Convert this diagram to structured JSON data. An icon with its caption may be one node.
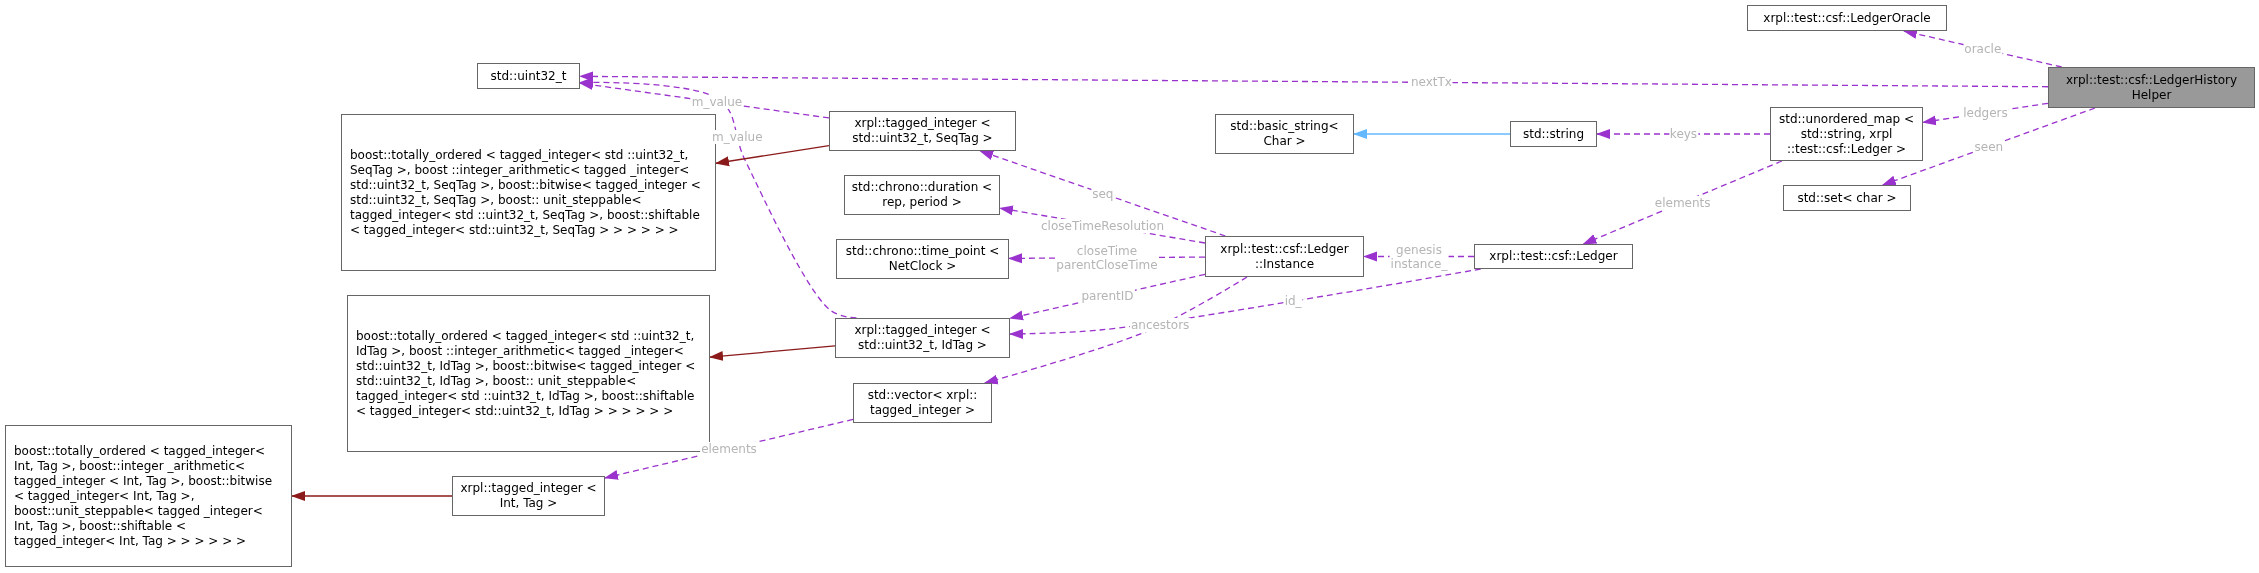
{
  "diagram": {
    "nodes": [
      {
        "text": [
          "xrpl::test::csf::LedgerOracle"
        ]
      },
      {
        "text": [
          "std::uint32_t"
        ]
      },
      {
        "text": [
          "xrpl::test::csf::LedgerHistory Helper"
        ]
      },
      {
        "text": [
          "boost::totally_ordered < tagged_integer< std ::uint32_t, SeqTag >, boost ::integer_arithmetic< tagged _integer< std::uint32_t, SeqTag >, boost::bitwise< tagged_integer < std::uint32_t, SeqTag >, boost:: unit_steppable< tagged_integer< std ::uint32_t, SeqTag >, boost::shiftable < tagged_integer< std::uint32_t, SeqTag > > > > > >"
        ]
      },
      {
        "text": [
          "xrpl::tagged_integer < std::uint32_t, SeqTag >"
        ]
      },
      {
        "text": [
          "std::basic_string< Char >"
        ]
      },
      {
        "text": [
          "std::string"
        ]
      },
      {
        "text": [
          "std::unordered_map < std::string, xrpl ::test::csf::Ledger >"
        ]
      },
      {
        "text": [
          "std::chrono::duration < rep, period >"
        ]
      },
      {
        "text": [
          "std::set< char >"
        ]
      },
      {
        "text": [
          "xrpl::test::csf::Ledger ::Instance"
        ]
      },
      {
        "text": [
          "std::chrono::time_point < NetClock >"
        ]
      },
      {
        "text": [
          "xrpl::test::csf::Ledger"
        ]
      },
      {
        "text": [
          "boost::totally_ordered < tagged_integer< std ::uint32_t, IdTag >, boost ::integer_arithmetic< tagged _integer< std::uint32_t, IdTag >, boost::bitwise< tagged_integer < std::uint32_t, IdTag >, boost:: unit_steppable< tagged_integer< std ::uint32_t, IdTag >, boost::shiftable < tagged_integer< std::uint32_t, IdTag > > > > > >"
        ]
      },
      {
        "text": [
          "xrpl::tagged_integer < std::uint32_t, IdTag >"
        ]
      },
      {
        "text": [
          "std::vector< xrpl:: tagged_integer >"
        ]
      },
      {
        "text": [
          "boost::totally_ordered < tagged_integer< Int, Tag >, boost::integer _arithmetic< tagged_integer < Int, Tag >, boost::bitwise < tagged_integer< Int, Tag >, boost::unit_steppable< tagged _integer< Int, Tag >, boost::shiftable < tagged_integer< Int, Tag > > > > > >"
        ]
      },
      {
        "text": [
          "xrpl::tagged_integer < Int, Tag >"
        ]
      }
    ],
    "edges": [
      {
        "from": 2,
        "to": 0,
        "arrow": "to",
        "label": "oracle",
        "style": "dashed"
      },
      {
        "from": 2,
        "to": 1,
        "arrow": "to",
        "label": "nextTx",
        "style": "dashed"
      },
      {
        "from": 2,
        "to": 7,
        "arrow": "to",
        "label": "ledgers",
        "style": "dashed"
      },
      {
        "from": 2,
        "to": 9,
        "arrow": "to",
        "label": "seen",
        "style": "dashed"
      },
      {
        "from": 7,
        "to": 6,
        "arrow": "to",
        "label": "keys",
        "style": "dashed"
      },
      {
        "from": 7,
        "to": 12,
        "arrow": "to",
        "label": "elements",
        "style": "dashed"
      },
      {
        "from": 6,
        "to": 5,
        "arrow": "to",
        "color": "#63b8ff"
      },
      {
        "from": 12,
        "to": 10,
        "arrow": "to",
        "label": "genesis instance_",
        "style": "dashed"
      },
      {
        "from": 12,
        "to": 14,
        "arrow": "to",
        "label": "id_",
        "style": "dashed"
      },
      {
        "from": 10,
        "to": 4,
        "arrow": "to",
        "label": "seq",
        "style": "dashed"
      },
      {
        "from": 10,
        "to": 8,
        "arrow": "to",
        "label": "closeTimeResolution",
        "style": "dashed"
      },
      {
        "from": 10,
        "to": 11,
        "arrow": "to",
        "label": "closeTime parentCloseTime",
        "style": "dashed"
      },
      {
        "from": 10,
        "to": 14,
        "arrow": "to",
        "label": "parentID",
        "style": "dashed"
      },
      {
        "from": 10,
        "to": 15,
        "arrow": "to",
        "label": "ancestors",
        "style": "dashed"
      },
      {
        "from": 4,
        "to": 1,
        "arrow": "to",
        "label": "m_value",
        "style": "dashed"
      },
      {
        "from": 14,
        "to": 1,
        "arrow": "to",
        "label": "m_value",
        "style": "dashed"
      },
      {
        "from": 4,
        "to": 3,
        "arrow": "to",
        "color": "#8b1a1a"
      },
      {
        "from": 14,
        "to": 13,
        "arrow": "to",
        "color": "#8b1a1a"
      },
      {
        "from": 17,
        "to": 16,
        "arrow": "to",
        "color": "#8b1a1a"
      },
      {
        "from": 15,
        "to": 17,
        "arrow": "to",
        "label": "elements",
        "style": "dashed"
      }
    ]
  }
}
